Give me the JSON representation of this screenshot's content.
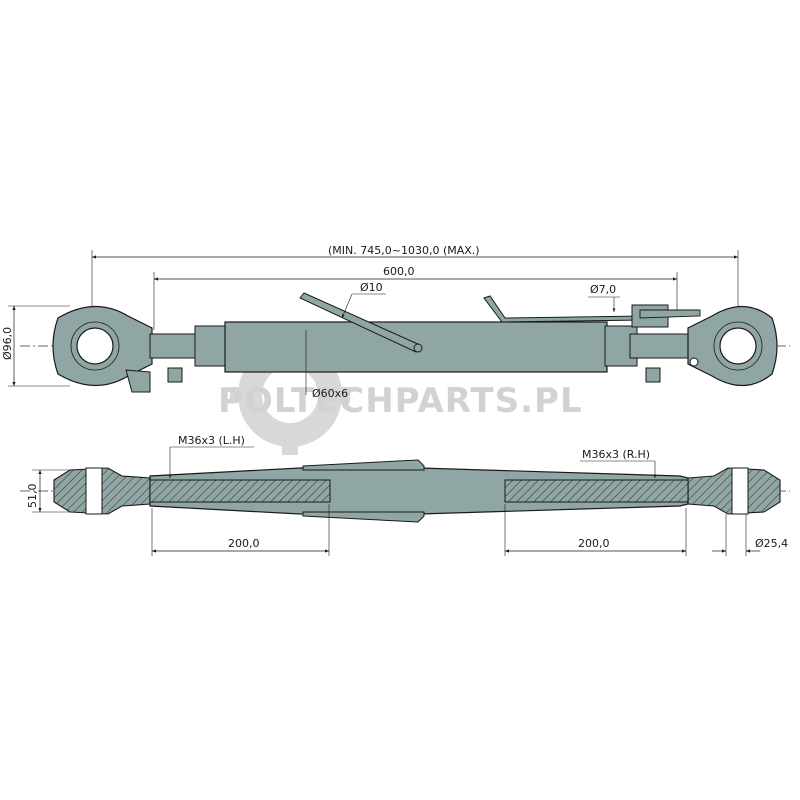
{
  "watermark": {
    "text": "POLTECHPARTS.PL"
  },
  "colors": {
    "body": "#8fa6a5",
    "body_dark": "#6f8786",
    "hatch": "#6d6d6d",
    "line": "#1a1a1a",
    "watermark": "#d2d2d2"
  },
  "top_view": {
    "overall_length": "(MIN. 745,0~1030,0 (MAX.)",
    "tube_length": "600,0",
    "pin_diameter": "Ø10",
    "clip_diameter": "Ø7,0",
    "eye_diameter": "Ø96,0",
    "tube_size": "Ø60x6"
  },
  "section_view": {
    "thread_left": "M36x3 (L.H)",
    "thread_right": "M36x3 (R.H)",
    "end_height": "51,0",
    "thread_length_left": "200,0",
    "thread_length_right": "200,0",
    "bore_diameter": "Ø25,4"
  }
}
